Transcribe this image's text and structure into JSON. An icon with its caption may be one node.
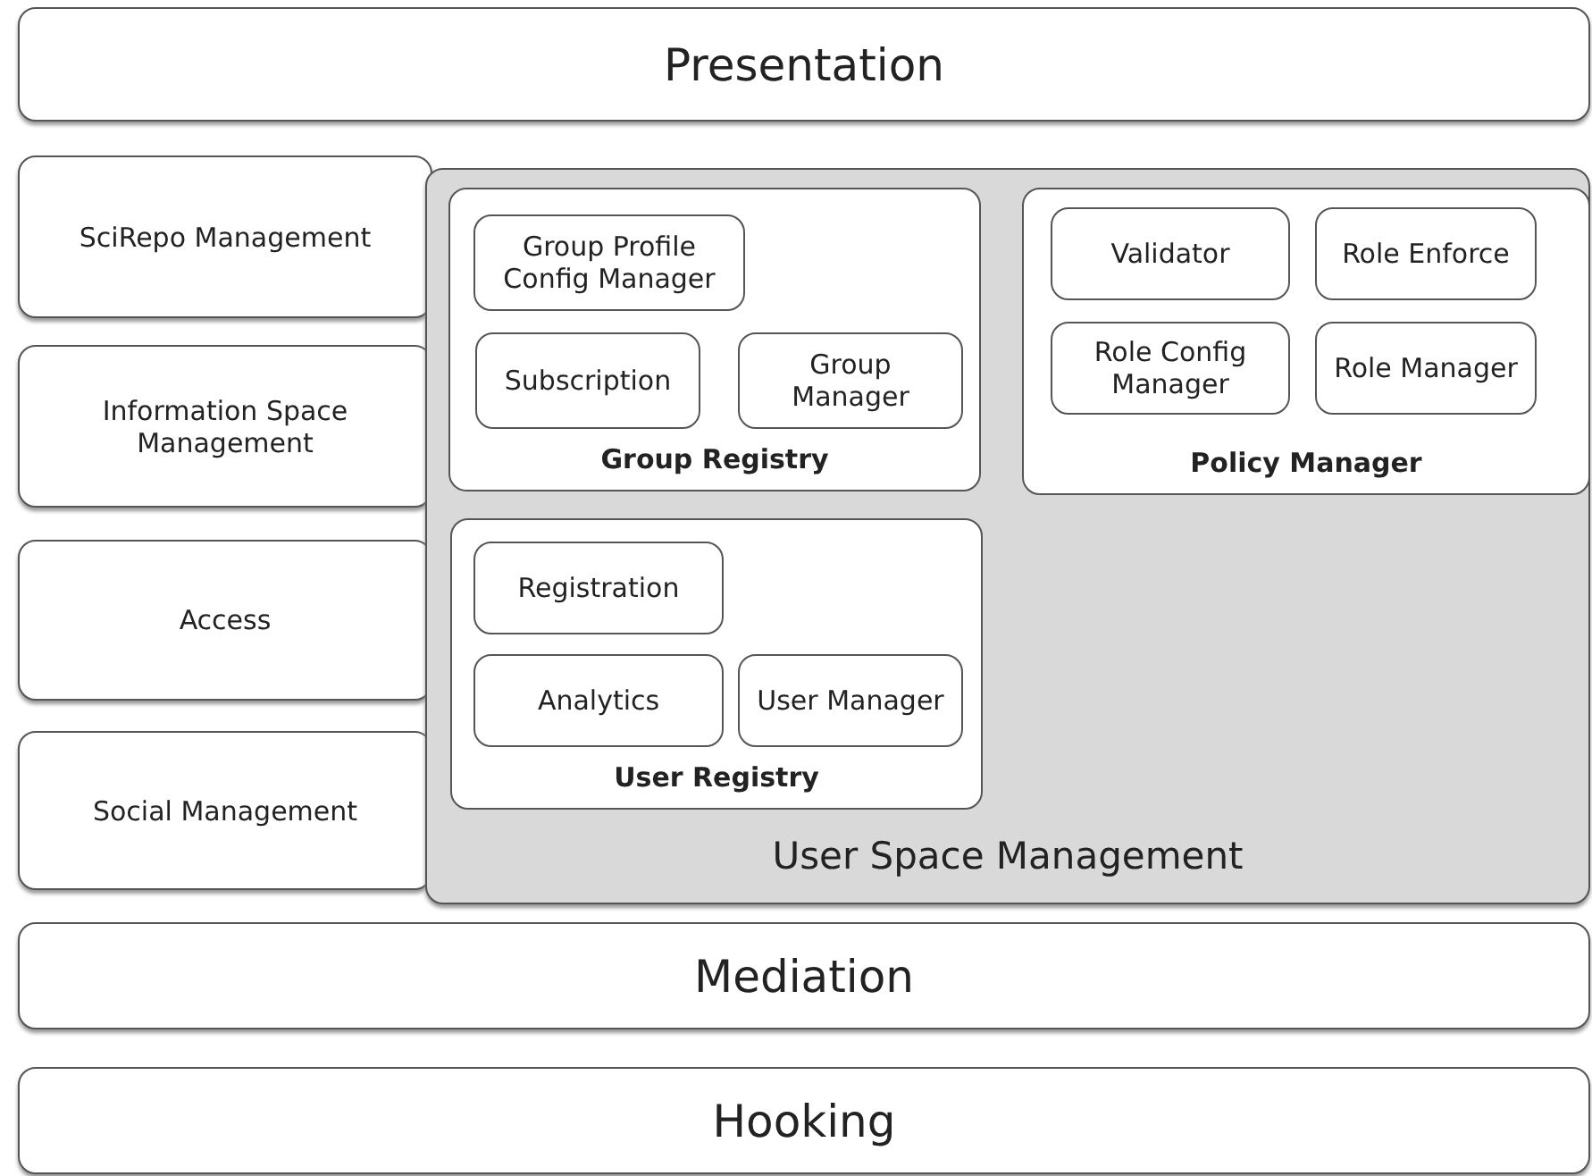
{
  "diagram": {
    "nodes": [
      {
        "text": [
          "Presentation"
        ]
      },
      {
        "text": [
          "SciRepo Management"
        ]
      },
      {
        "text": [
          "Information Space Management"
        ]
      },
      {
        "text": [
          "Access"
        ]
      },
      {
        "text": [
          "Social Management"
        ]
      },
      {
        "text": [
          "User Space Management"
        ]
      },
      {
        "text": [
          "Group Registry"
        ],
        "in": 5
      },
      {
        "text": [
          "Group Profile Config Manager"
        ],
        "in": 6
      },
      {
        "text": [
          "Subscription"
        ],
        "in": 6
      },
      {
        "text": [
          "Group Manager"
        ],
        "in": 6
      },
      {
        "text": [
          "Policy Manager"
        ],
        "in": 5
      },
      {
        "text": [
          "Validator"
        ],
        "in": 10
      },
      {
        "text": [
          "Role Enforce"
        ],
        "in": 10
      },
      {
        "text": [
          "Role Config Manager"
        ],
        "in": 10
      },
      {
        "text": [
          "Role Manager"
        ],
        "in": 10
      },
      {
        "text": [
          "User Registry"
        ],
        "in": 5
      },
      {
        "text": [
          "Registration"
        ],
        "in": 15
      },
      {
        "text": [
          "Analytics"
        ],
        "in": 15
      },
      {
        "text": [
          "User Manager"
        ],
        "in": 15
      },
      {
        "text": [
          "Mediation"
        ]
      },
      {
        "text": [
          "Hooking"
        ]
      }
    ]
  }
}
